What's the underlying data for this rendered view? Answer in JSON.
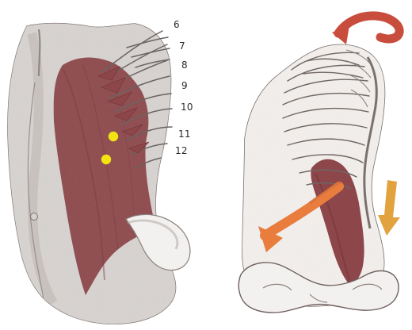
{
  "left_figure": {
    "rib_labels": [
      "6",
      "7",
      "8",
      "9",
      "10",
      "11",
      "12"
    ],
    "points": [
      {
        "name": "upper-yellow-point"
      },
      {
        "name": "lower-yellow-point"
      }
    ]
  },
  "right_figure": {
    "rotation_arrow": {
      "icon": "rotation-arrow-icon",
      "color": "#c84d3d"
    },
    "diagonal_arrow": {
      "icon": "diagonal-arrow-icon",
      "color": "#e97d3e"
    },
    "down_arrow": {
      "icon": "down-arrow-icon",
      "color": "#e2a33f"
    }
  },
  "colors": {
    "muscle": "#8c4648",
    "muscle_dark": "#6f3538",
    "skin": "#d7d1ce",
    "outline": "#6c6260",
    "yellow": "#f3e313",
    "label": "#2b2b2b"
  }
}
